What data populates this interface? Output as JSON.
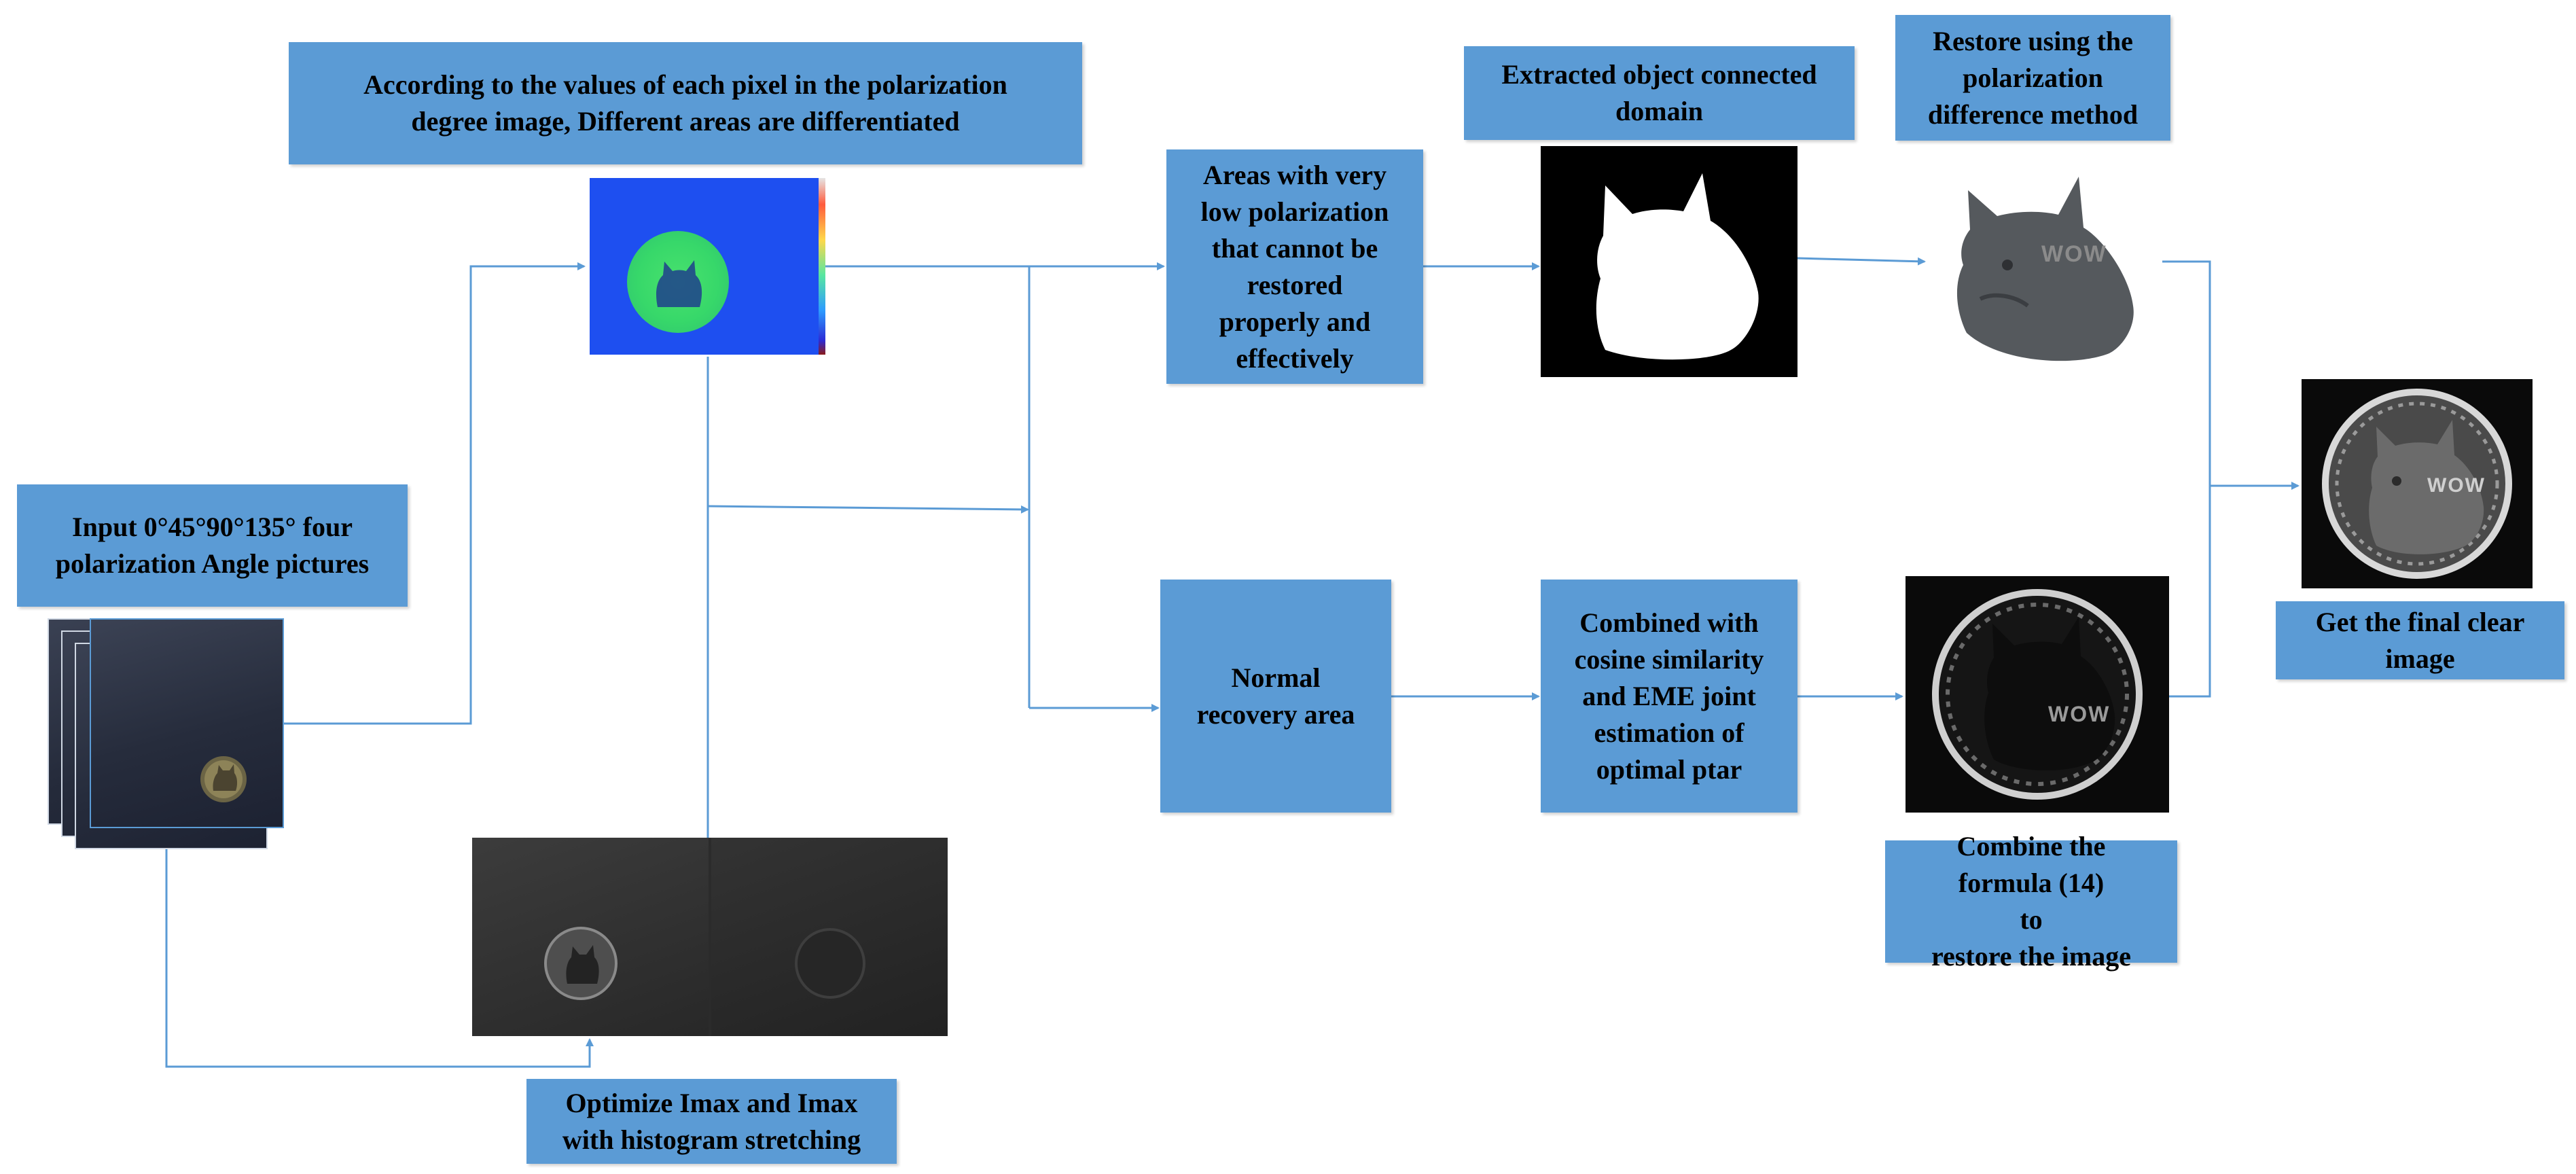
{
  "boxes": {
    "according": [
      "According to the values of each pixel in the polarization",
      "degree image, Different areas are differentiated"
    ],
    "input": [
      "Input 0°45°90°135° four",
      "polarization Angle pictures"
    ],
    "optimize": [
      "Optimize Imax and Imax",
      "with histogram stretching"
    ],
    "low_pol": [
      "Areas with very",
      "low polarization",
      "that cannot be",
      "restored",
      "properly and",
      "effectively"
    ],
    "normal": [
      "Normal",
      "recovery area"
    ],
    "combined": [
      "Combined with",
      "cosine similarity",
      "and EME joint",
      "estimation of",
      "optimal ptar"
    ],
    "extracted": [
      "Extracted object connected",
      "domain"
    ],
    "restore_diff": [
      "Restore using the",
      "polarization",
      "difference method"
    ],
    "combine_formula": [
      "Combine the",
      "formula (14)",
      "to",
      "restore the image"
    ],
    "final": [
      "Get the final clear",
      "image"
    ]
  },
  "image_text": {
    "wow": "WOW"
  },
  "colors": {
    "box_fill": "#5b9bd5",
    "arrow": "#5b9bd5"
  }
}
